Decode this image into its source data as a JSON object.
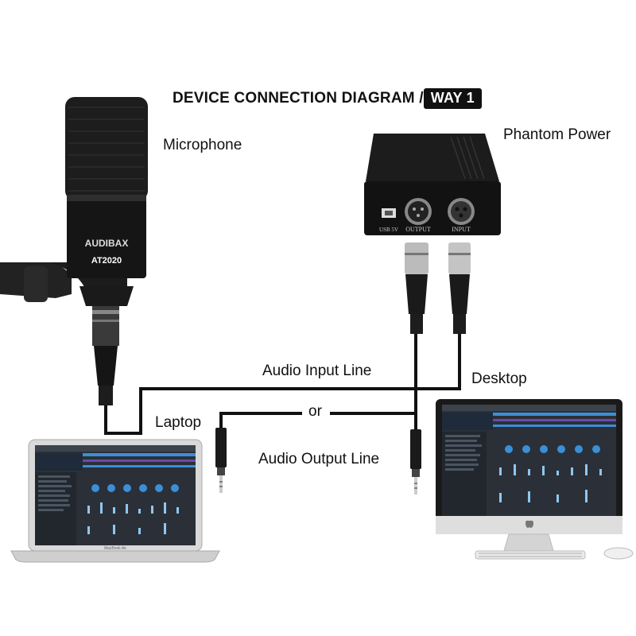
{
  "title": {
    "text": "DEVICE CONNECTION DIAGRAM /",
    "badge": "WAY 1"
  },
  "labels": {
    "microphone": "Microphone",
    "phantom_power": "Phantom Power",
    "desktop": "Desktop",
    "laptop": "Laptop",
    "or": "or",
    "audio_input_line": "Audio Input Line",
    "audio_output_line": "Audio Output Line"
  },
  "devices": {
    "mic_brand": "AUDIBAX",
    "mic_model": "AT2020",
    "phantom_ports": [
      "USB 5V",
      "OUTPUT",
      "INPUT"
    ],
    "laptop_caption": "MacBook Air"
  },
  "colors": {
    "device_body": "#1a1a1a",
    "cable": "#111111",
    "screen": "#2b3038",
    "accent": "#3a8fd6"
  }
}
